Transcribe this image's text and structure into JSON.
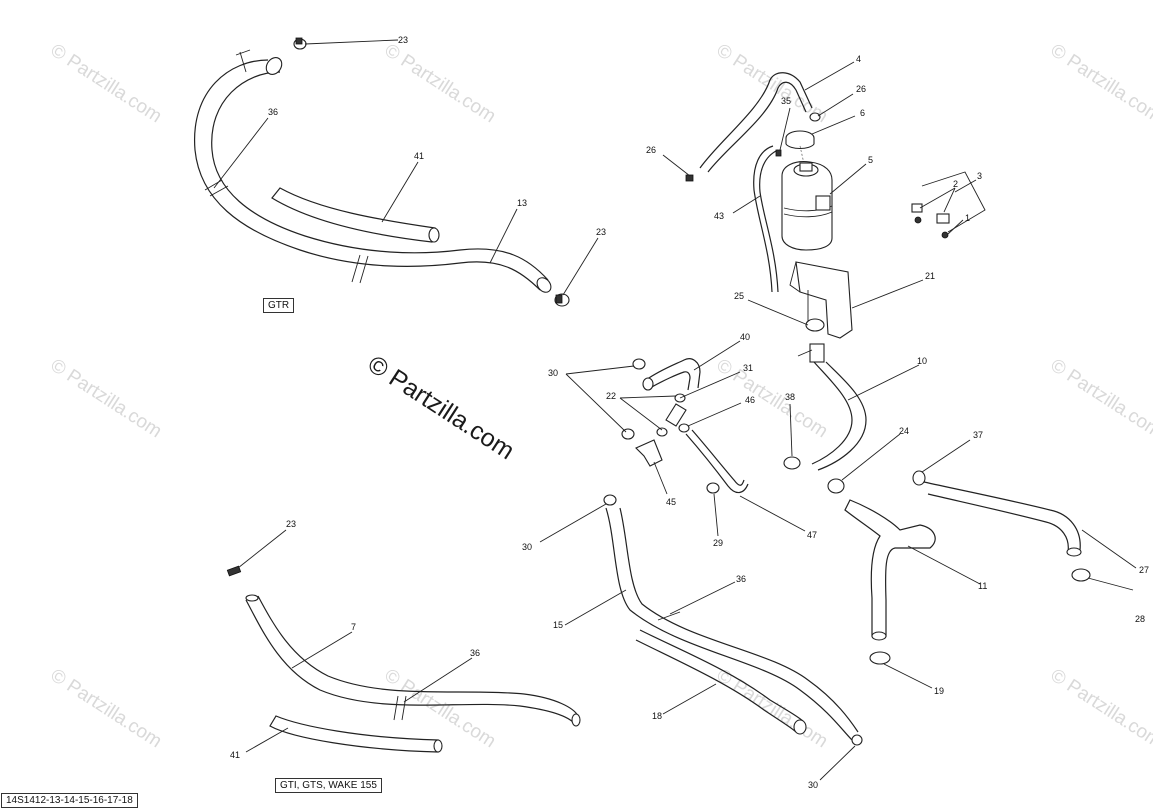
{
  "watermark": {
    "main_text": "© Partzilla.com",
    "faint_text": "© Partzilla.com"
  },
  "variant_labels": {
    "gtr": "GTR",
    "gti": "GTI, GTS, WAKE 155"
  },
  "diagram_ref": "14S1412-13-14-15-16-17-18",
  "callouts": [
    {
      "id": "c23a",
      "text": "23"
    },
    {
      "id": "c36a",
      "text": "36"
    },
    {
      "id": "c41a",
      "text": "41"
    },
    {
      "id": "c13",
      "text": "13"
    },
    {
      "id": "c23b",
      "text": "23"
    },
    {
      "id": "c4",
      "text": "4"
    },
    {
      "id": "c35",
      "text": "35"
    },
    {
      "id": "c26a",
      "text": "26"
    },
    {
      "id": "c6",
      "text": "6"
    },
    {
      "id": "c26b",
      "text": "26"
    },
    {
      "id": "c5",
      "text": "5"
    },
    {
      "id": "c43",
      "text": "43"
    },
    {
      "id": "c3",
      "text": "3"
    },
    {
      "id": "c2",
      "text": "2"
    },
    {
      "id": "c1",
      "text": "1"
    },
    {
      "id": "c21",
      "text": "21"
    },
    {
      "id": "c25",
      "text": "25"
    },
    {
      "id": "c40",
      "text": "40"
    },
    {
      "id": "c30a",
      "text": "30"
    },
    {
      "id": "c22",
      "text": "22"
    },
    {
      "id": "c31",
      "text": "31"
    },
    {
      "id": "c46",
      "text": "46"
    },
    {
      "id": "c10",
      "text": "10"
    },
    {
      "id": "c38",
      "text": "38"
    },
    {
      "id": "c24",
      "text": "24"
    },
    {
      "id": "c37",
      "text": "37"
    },
    {
      "id": "c45",
      "text": "45"
    },
    {
      "id": "c29",
      "text": "29"
    },
    {
      "id": "c47",
      "text": "47"
    },
    {
      "id": "c30b",
      "text": "30"
    },
    {
      "id": "c36b",
      "text": "36"
    },
    {
      "id": "c15",
      "text": "15"
    },
    {
      "id": "c11",
      "text": "11"
    },
    {
      "id": "c27",
      "text": "27"
    },
    {
      "id": "c28",
      "text": "28"
    },
    {
      "id": "c23c",
      "text": "23"
    },
    {
      "id": "c7",
      "text": "7"
    },
    {
      "id": "c36c",
      "text": "36"
    },
    {
      "id": "c41b",
      "text": "41"
    },
    {
      "id": "c18",
      "text": "18"
    },
    {
      "id": "c19",
      "text": "19"
    },
    {
      "id": "c30c",
      "text": "30"
    }
  ]
}
